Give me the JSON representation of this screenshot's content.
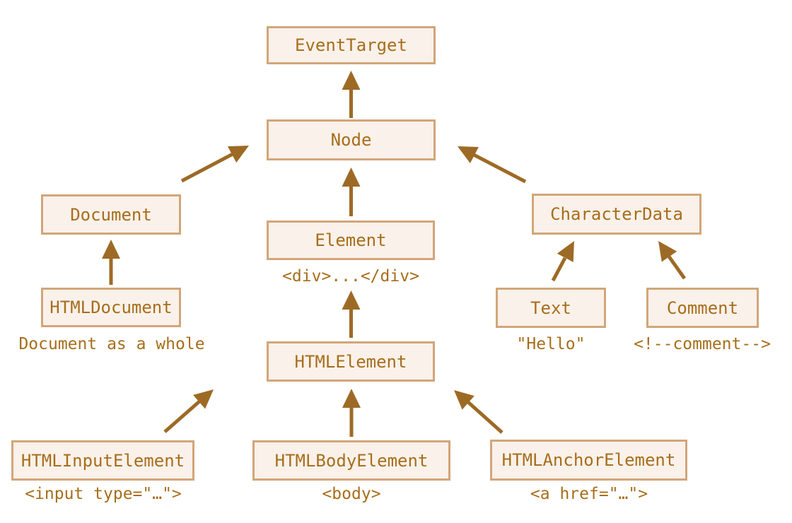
{
  "diagram": {
    "colors": {
      "background": "#ffffff",
      "box_fill": "#faf1ea",
      "box_border": "#d2a679",
      "label_text": "#a76e1b",
      "arrow": "#9d6a26"
    },
    "nodes": {
      "eventtarget": {
        "label": "EventTarget"
      },
      "node": {
        "label": "Node"
      },
      "document": {
        "label": "Document"
      },
      "htmldocument": {
        "label": "HTMLDocument",
        "caption": "Document as a whole"
      },
      "element": {
        "label": "Element",
        "caption": "<div>...</div>"
      },
      "htmlelement": {
        "label": "HTMLElement"
      },
      "characterdata": {
        "label": "CharacterData"
      },
      "text": {
        "label": "Text",
        "caption": "\"Hello\""
      },
      "comment": {
        "label": "Comment",
        "caption": "<!--comment-->"
      },
      "htmlinputelement": {
        "label": "HTMLInputElement",
        "caption": "<input type=\"…\">"
      },
      "htmlbodyelement": {
        "label": "HTMLBodyElement",
        "caption": "<body>"
      },
      "htmlanchorelement": {
        "label": "HTMLAnchorElement",
        "caption": "<a href=\"…\">"
      }
    },
    "edges": [
      {
        "from": "Node",
        "to": "EventTarget"
      },
      {
        "from": "Document",
        "to": "Node"
      },
      {
        "from": "Element",
        "to": "Node"
      },
      {
        "from": "CharacterData",
        "to": "Node"
      },
      {
        "from": "HTMLDocument",
        "to": "Document"
      },
      {
        "from": "HTMLElement",
        "to": "Element"
      },
      {
        "from": "Text",
        "to": "CharacterData"
      },
      {
        "from": "Comment",
        "to": "CharacterData"
      },
      {
        "from": "HTMLInputElement",
        "to": "HTMLElement"
      },
      {
        "from": "HTMLBodyElement",
        "to": "HTMLElement"
      },
      {
        "from": "HTMLAnchorElement",
        "to": "HTMLElement"
      }
    ]
  }
}
